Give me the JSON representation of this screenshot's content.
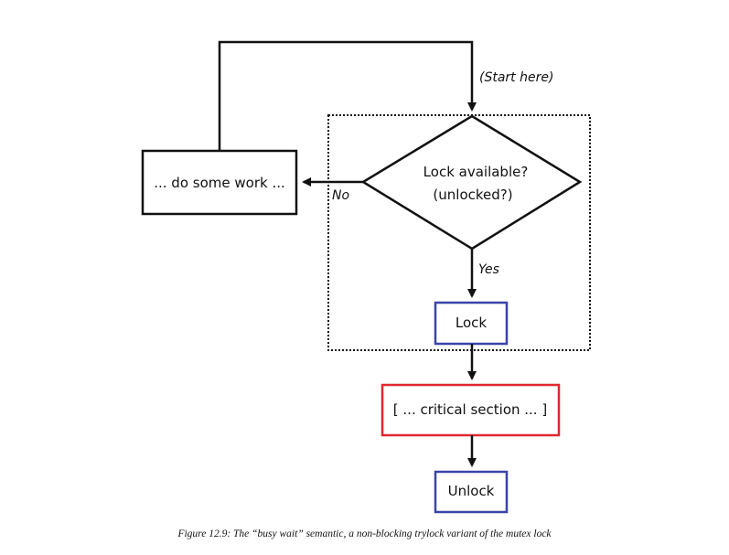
{
  "diagram": {
    "nodes": {
      "decision": "Lock available?",
      "decision_sub": "(unlocked?)",
      "work": "... do some work ...",
      "lock": "Lock",
      "critical": "[ ... critical section ... ]",
      "unlock": "Unlock"
    },
    "edges": {
      "start": "(Start here)",
      "no": "No",
      "yes": "Yes"
    },
    "colors": {
      "lock_border": "#3a44a8",
      "critical_border": "#e0282e",
      "unlock_border": "#3a44a8",
      "line": "#111111"
    }
  },
  "caption": "Figure 12.9: The “busy wait” semantic, a non-blocking trylock variant of the mutex lock"
}
